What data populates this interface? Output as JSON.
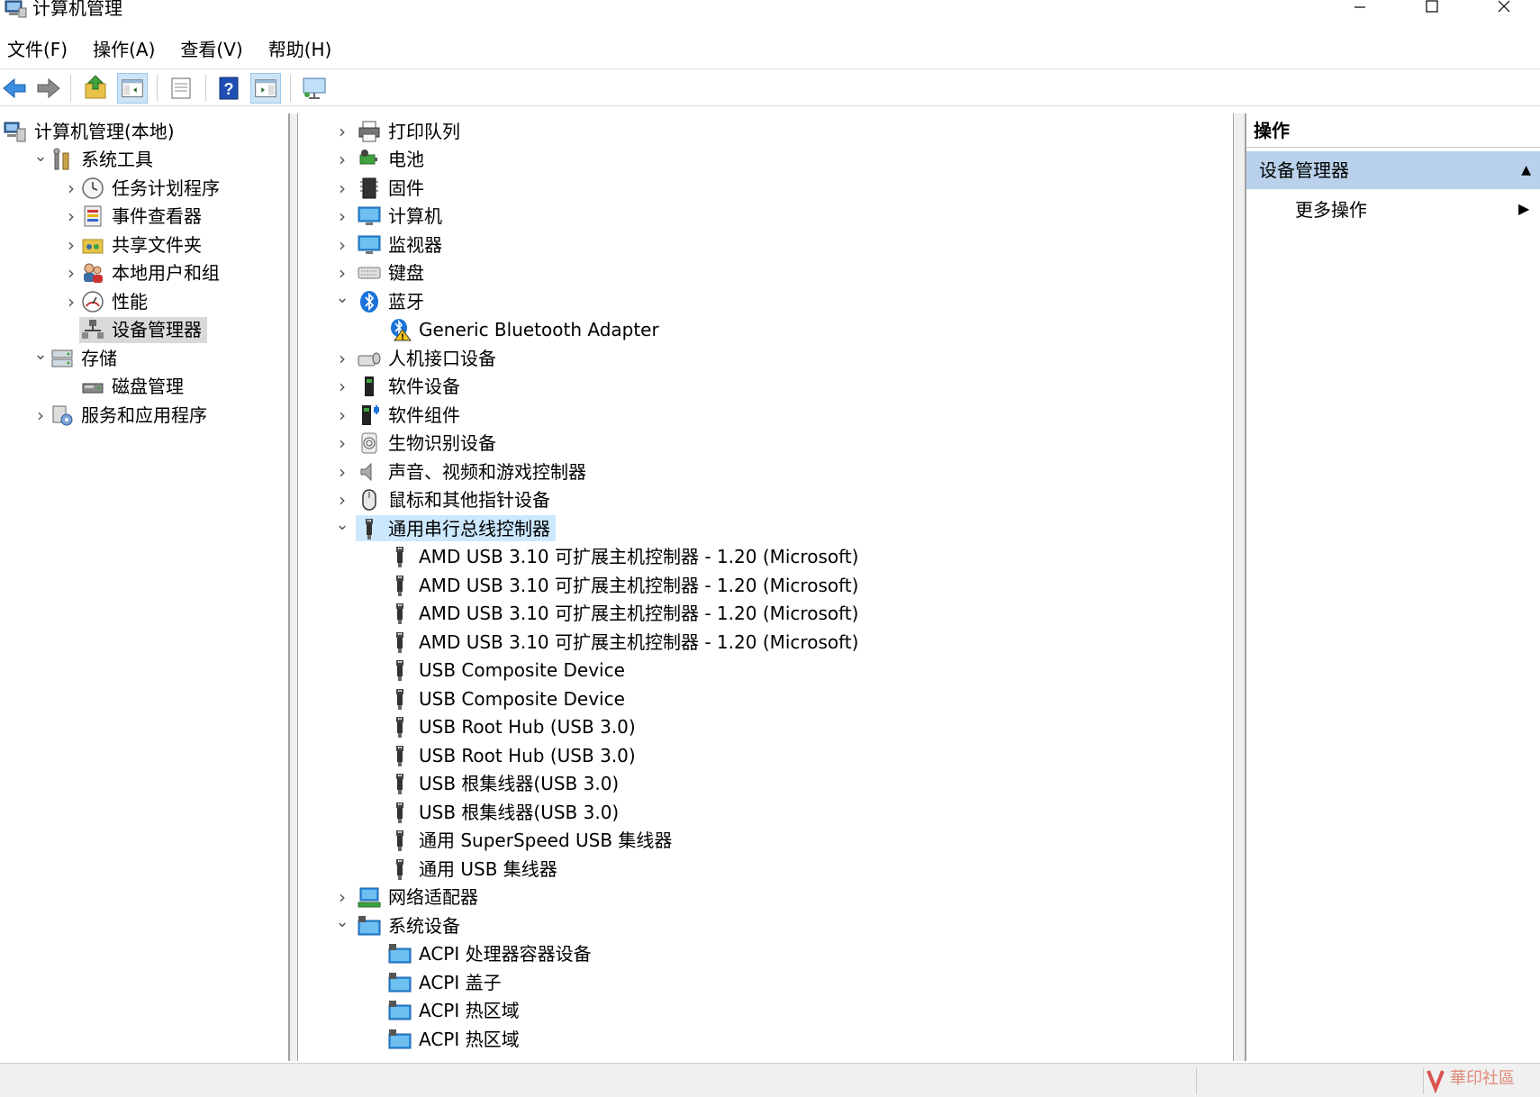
{
  "window": {
    "title": "计算机管理",
    "controls": {
      "minimize": "—",
      "maximize": "☐",
      "close": "✕"
    }
  },
  "menu": [
    "文件(F)",
    "操作(A)",
    "查看(V)",
    "帮助(H)"
  ],
  "toolbar": {
    "buttons": [
      "back-icon",
      "forward-icon",
      "up-folder-icon",
      "show-hide-tree-icon",
      "properties-icon",
      "help-icon",
      "show-hide-action-icon",
      "monitor-icon"
    ]
  },
  "left_tree": [
    {
      "label": "计算机管理(本地)",
      "level": 0,
      "expander": "",
      "icon": "computer-mgmt-icon"
    },
    {
      "label": "系统工具",
      "level": 1,
      "expander": "expanded",
      "icon": "system-tools-icon"
    },
    {
      "label": "任务计划程序",
      "level": 2,
      "expander": "collapsed",
      "icon": "clock-icon"
    },
    {
      "label": "事件查看器",
      "level": 2,
      "expander": "collapsed",
      "icon": "event-viewer-icon"
    },
    {
      "label": "共享文件夹",
      "level": 2,
      "expander": "collapsed",
      "icon": "shared-folder-icon"
    },
    {
      "label": "本地用户和组",
      "level": 2,
      "expander": "collapsed",
      "icon": "users-icon"
    },
    {
      "label": "性能",
      "level": 2,
      "expander": "collapsed",
      "icon": "performance-icon"
    },
    {
      "label": "设备管理器",
      "level": 2,
      "expander": "",
      "icon": "device-manager-icon",
      "selected": true
    },
    {
      "label": "存储",
      "level": 1,
      "expander": "expanded",
      "icon": "storage-icon"
    },
    {
      "label": "磁盘管理",
      "level": 2,
      "expander": "",
      "icon": "disk-icon"
    },
    {
      "label": "服务和应用程序",
      "level": 1,
      "expander": "collapsed",
      "icon": "services-icon"
    }
  ],
  "device_tree": [
    {
      "label": "打印队列",
      "level": 0,
      "expander": "collapsed",
      "icon": "printer-icon"
    },
    {
      "label": "电池",
      "level": 0,
      "expander": "collapsed",
      "icon": "battery-icon"
    },
    {
      "label": "固件",
      "level": 0,
      "expander": "collapsed",
      "icon": "firmware-icon"
    },
    {
      "label": "计算机",
      "level": 0,
      "expander": "collapsed",
      "icon": "computer-icon"
    },
    {
      "label": "监视器",
      "level": 0,
      "expander": "collapsed",
      "icon": "monitor-icon"
    },
    {
      "label": "键盘",
      "level": 0,
      "expander": "collapsed",
      "icon": "keyboard-icon"
    },
    {
      "label": "蓝牙",
      "level": 0,
      "expander": "expanded",
      "icon": "bluetooth-icon"
    },
    {
      "label": "Generic Bluetooth Adapter",
      "level": 1,
      "expander": "",
      "icon": "bluetooth-warning-icon"
    },
    {
      "label": "人机接口设备",
      "level": 0,
      "expander": "collapsed",
      "icon": "hid-icon"
    },
    {
      "label": "软件设备",
      "level": 0,
      "expander": "collapsed",
      "icon": "software-device-icon"
    },
    {
      "label": "软件组件",
      "level": 0,
      "expander": "collapsed",
      "icon": "software-component-icon"
    },
    {
      "label": "生物识别设备",
      "level": 0,
      "expander": "collapsed",
      "icon": "fingerprint-icon"
    },
    {
      "label": "声音、视频和游戏控制器",
      "level": 0,
      "expander": "collapsed",
      "icon": "speaker-icon"
    },
    {
      "label": "鼠标和其他指针设备",
      "level": 0,
      "expander": "collapsed",
      "icon": "mouse-icon"
    },
    {
      "label": "通用串行总线控制器",
      "level": 0,
      "expander": "expanded",
      "icon": "usb-icon",
      "highlighted": true
    },
    {
      "label": "AMD USB 3.10 可扩展主机控制器 - 1.20 (Microsoft)",
      "level": 1,
      "expander": "",
      "icon": "usb-icon"
    },
    {
      "label": "AMD USB 3.10 可扩展主机控制器 - 1.20 (Microsoft)",
      "level": 1,
      "expander": "",
      "icon": "usb-icon"
    },
    {
      "label": "AMD USB 3.10 可扩展主机控制器 - 1.20 (Microsoft)",
      "level": 1,
      "expander": "",
      "icon": "usb-icon"
    },
    {
      "label": "AMD USB 3.10 可扩展主机控制器 - 1.20 (Microsoft)",
      "level": 1,
      "expander": "",
      "icon": "usb-icon"
    },
    {
      "label": "USB Composite Device",
      "level": 1,
      "expander": "",
      "icon": "usb-icon"
    },
    {
      "label": "USB Composite Device",
      "level": 1,
      "expander": "",
      "icon": "usb-icon"
    },
    {
      "label": "USB Root Hub (USB 3.0)",
      "level": 1,
      "expander": "",
      "icon": "usb-icon"
    },
    {
      "label": "USB Root Hub (USB 3.0)",
      "level": 1,
      "expander": "",
      "icon": "usb-icon"
    },
    {
      "label": "USB 根集线器(USB 3.0)",
      "level": 1,
      "expander": "",
      "icon": "usb-icon"
    },
    {
      "label": "USB 根集线器(USB 3.0)",
      "level": 1,
      "expander": "",
      "icon": "usb-icon"
    },
    {
      "label": "通用 SuperSpeed USB 集线器",
      "level": 1,
      "expander": "",
      "icon": "usb-icon"
    },
    {
      "label": "通用 USB 集线器",
      "level": 1,
      "expander": "",
      "icon": "usb-icon"
    },
    {
      "label": "网络适配器",
      "level": 0,
      "expander": "collapsed",
      "icon": "network-adapter-icon"
    },
    {
      "label": "系统设备",
      "level": 0,
      "expander": "expanded",
      "icon": "system-device-icon"
    },
    {
      "label": "ACPI 处理器容器设备",
      "level": 1,
      "expander": "",
      "icon": "system-device-icon"
    },
    {
      "label": "ACPI 盖子",
      "level": 1,
      "expander": "",
      "icon": "system-device-icon"
    },
    {
      "label": "ACPI 热区域",
      "level": 1,
      "expander": "",
      "icon": "system-device-icon"
    },
    {
      "label": "ACPI 热区域",
      "level": 1,
      "expander": "",
      "icon": "system-device-icon"
    }
  ],
  "actions": {
    "header": "操作",
    "section": "设备管理器",
    "item": "更多操作"
  },
  "watermark": "華印社區",
  "colors": {
    "highlight": "#cce8ff",
    "selected": "#d9d9d9",
    "action_section": "#b9d1ea"
  }
}
